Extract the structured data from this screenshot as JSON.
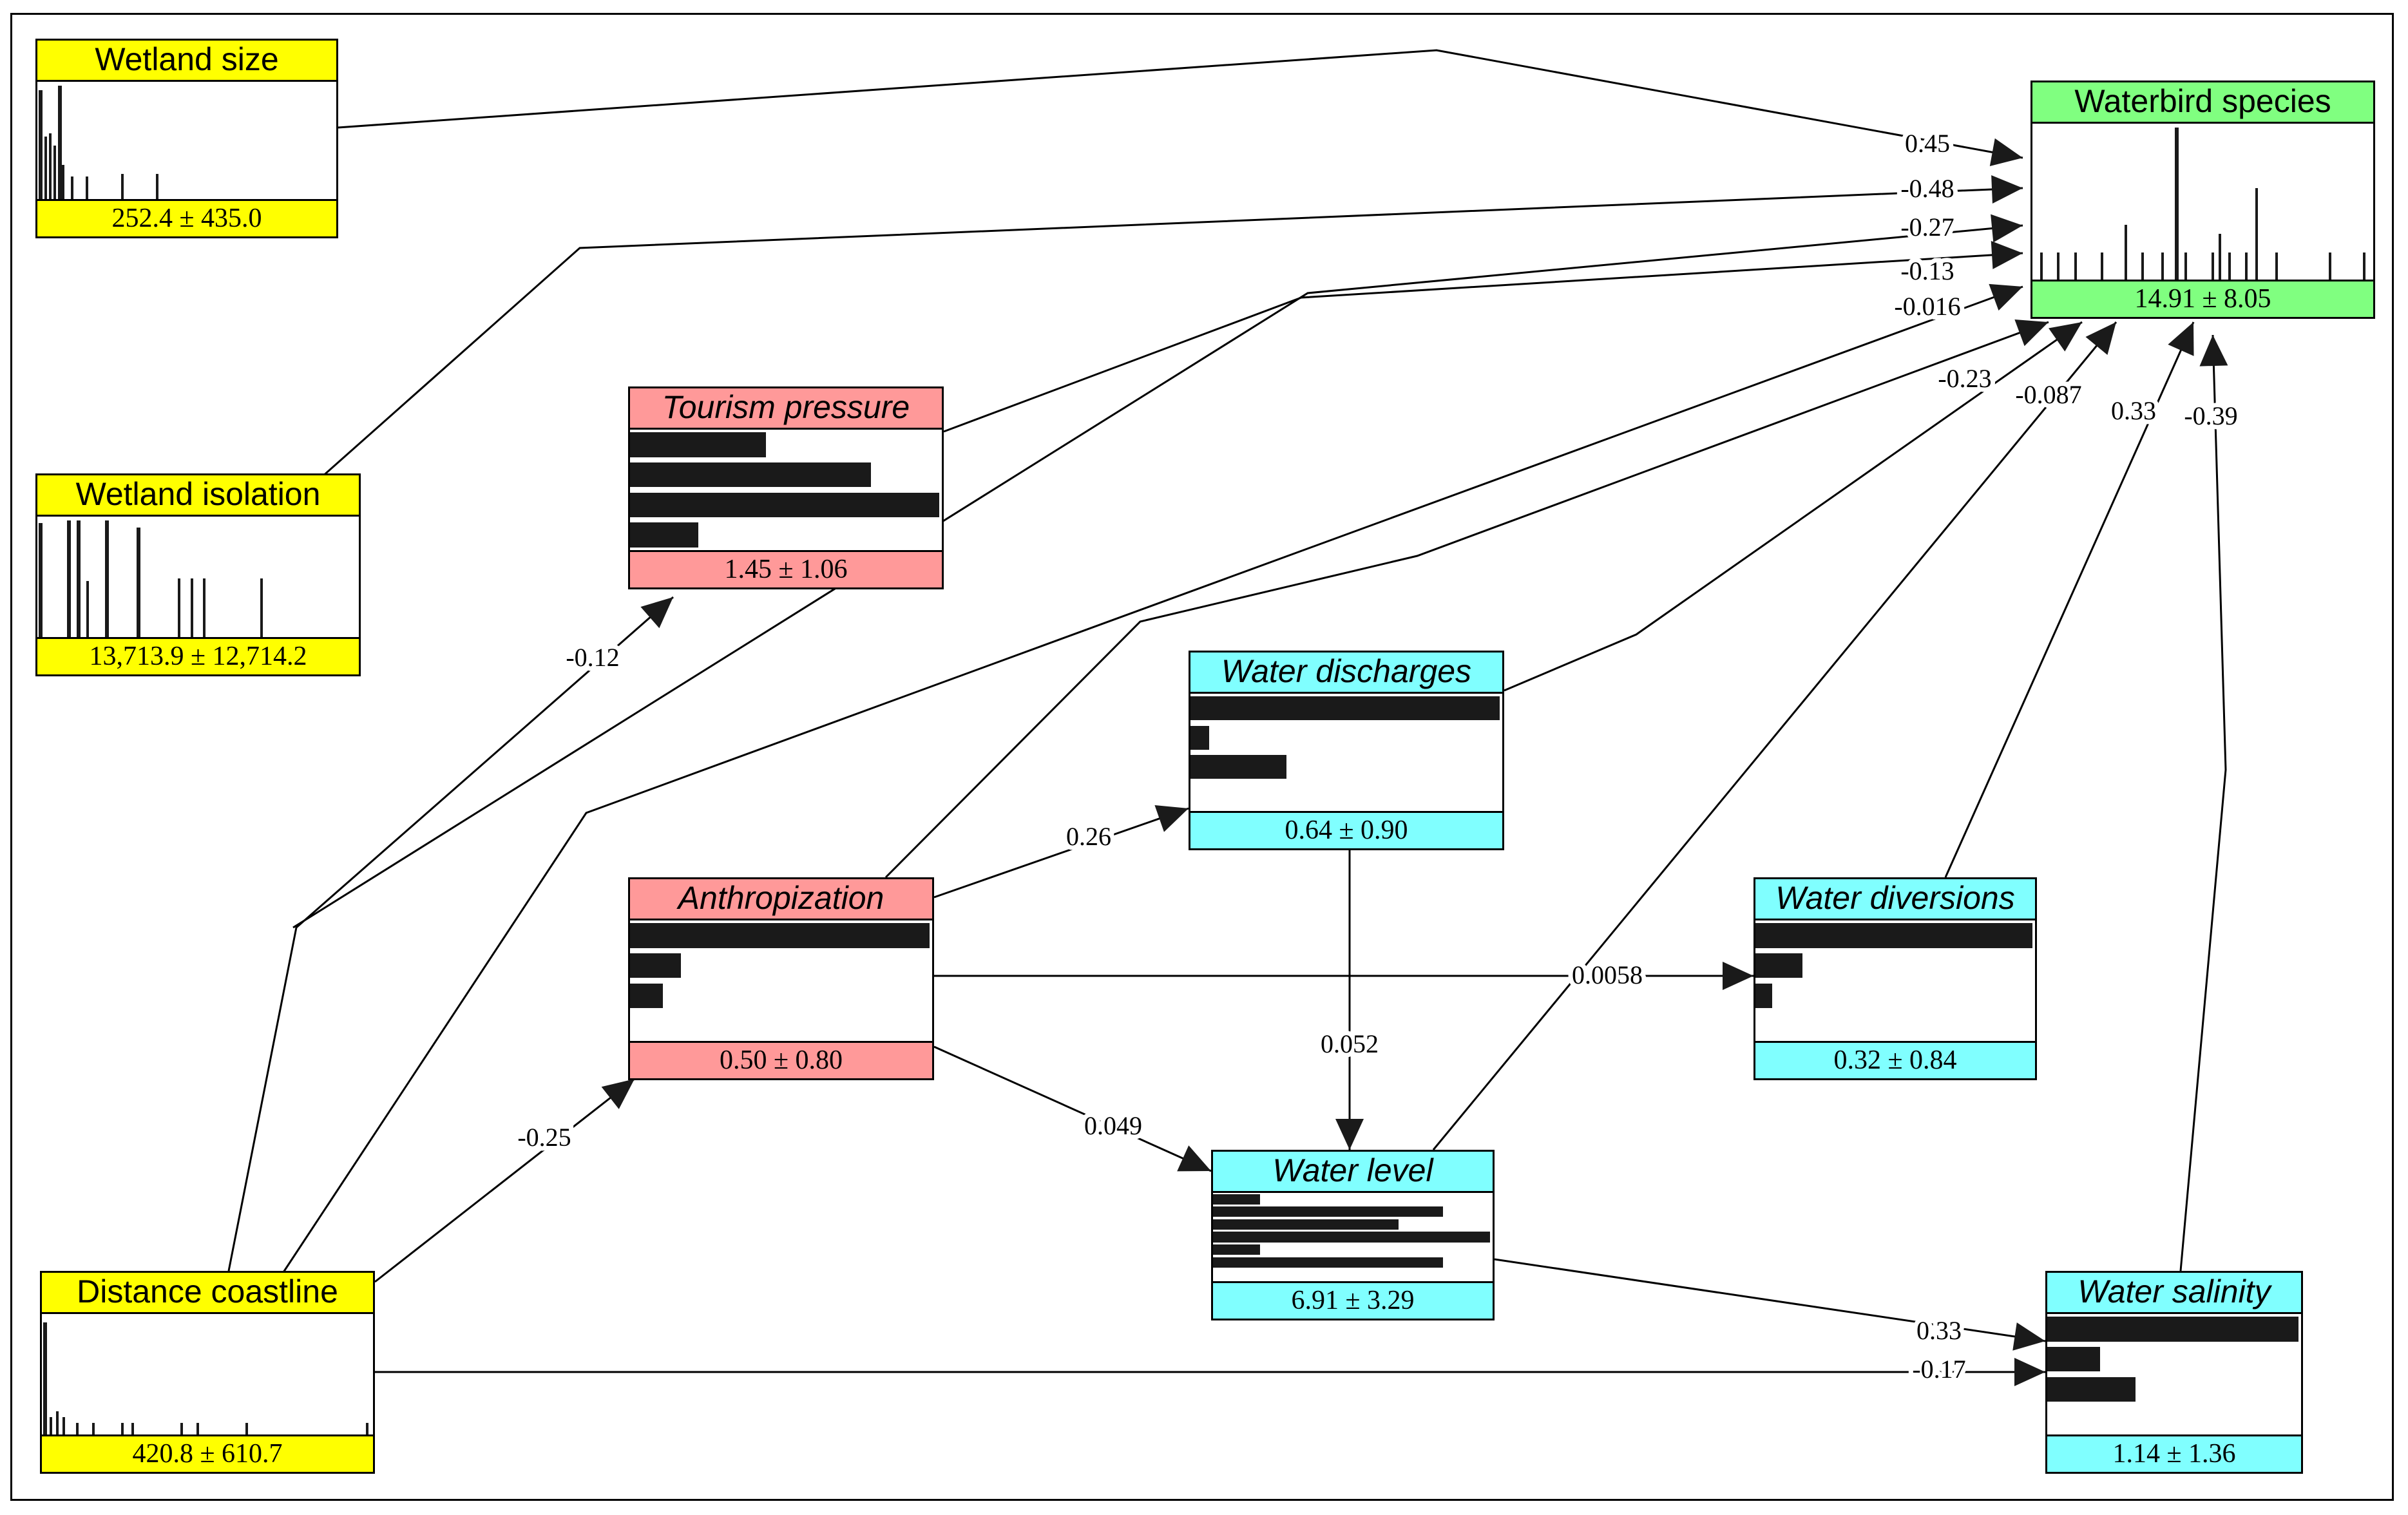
{
  "colors": {
    "yellow": "#ffff00",
    "pink": "#ff9999",
    "cyan": "#80ffff",
    "green": "#80ff80",
    "bar": "#1a1a1a",
    "line": "#000000"
  },
  "nodes": {
    "wetland_size": {
      "title": "Wetland  size",
      "value": "252.4 ± 435.0",
      "color": "yellow",
      "chart": "histogram",
      "spikes": [
        [
          0.0,
          0.96
        ],
        [
          0.02,
          0.55
        ],
        [
          0.035,
          0.58
        ],
        [
          0.05,
          0.47
        ],
        [
          0.065,
          1.0
        ],
        [
          0.08,
          0.3
        ],
        [
          0.11,
          0.2
        ],
        [
          0.16,
          0.2
        ],
        [
          0.28,
          0.22
        ],
        [
          0.4,
          0.22
        ]
      ]
    },
    "wetland_isolation": {
      "title": "Wetland  isolation",
      "value": "13,713.9 ± 12,714.2",
      "color": "yellow",
      "chart": "histogram",
      "spikes": [
        [
          0.0,
          0.98
        ],
        [
          0.09,
          1.0
        ],
        [
          0.12,
          1.0
        ],
        [
          0.15,
          0.48
        ],
        [
          0.21,
          1.0
        ],
        [
          0.31,
          0.94
        ],
        [
          0.44,
          0.5
        ],
        [
          0.48,
          0.5
        ],
        [
          0.52,
          0.5
        ],
        [
          0.7,
          0.5
        ]
      ]
    },
    "tourism_pressure": {
      "title": "Tourism  pressure",
      "value": "1.45 ± 1.06",
      "color": "pink",
      "chart": "bars",
      "bars": [
        0.44,
        0.78,
        1.0,
        0.22
      ]
    },
    "anthropization": {
      "title": "Anthropization",
      "value": "0.50 ± 0.80",
      "color": "pink",
      "chart": "bars",
      "bars": [
        1.0,
        0.17,
        0.11,
        0.0
      ]
    },
    "water_discharges": {
      "title": "Water  discharges",
      "value": "0.64 ± 0.90",
      "color": "cyan",
      "chart": "bars",
      "bars": [
        1.0,
        0.06,
        0.31,
        0.0
      ]
    },
    "water_diversions": {
      "title": "Water diversions",
      "value": "0.32 ± 0.84",
      "color": "cyan",
      "chart": "bars",
      "bars": [
        1.0,
        0.17,
        0.06,
        0.0
      ]
    },
    "water_level": {
      "title": "Water  level",
      "value": "6.91 ± 3.29",
      "color": "cyan",
      "chart": "bars",
      "bars": [
        0.17,
        0.83,
        0.67,
        1.0,
        0.17,
        0.83,
        0.0
      ]
    },
    "waterbird_species": {
      "title": "Waterbird  species",
      "value": "14.91 ± 8.05",
      "color": "green",
      "chart": "histogram",
      "spikes": [
        [
          0.02,
          0.18
        ],
        [
          0.07,
          0.18
        ],
        [
          0.12,
          0.18
        ],
        [
          0.2,
          0.18
        ],
        [
          0.27,
          0.36
        ],
        [
          0.32,
          0.18
        ],
        [
          0.38,
          0.18
        ],
        [
          0.42,
          1.0
        ],
        [
          0.45,
          0.18
        ],
        [
          0.53,
          0.18
        ],
        [
          0.55,
          0.3
        ],
        [
          0.58,
          0.18
        ],
        [
          0.63,
          0.18
        ],
        [
          0.66,
          0.6
        ],
        [
          0.72,
          0.18
        ],
        [
          0.88,
          0.18
        ],
        [
          0.98,
          0.18
        ]
      ]
    },
    "water_salinity": {
      "title": "Water  salinity",
      "value": "1.14 ± 1.36",
      "color": "cyan",
      "chart": "bars",
      "bars": [
        1.0,
        0.21,
        0.35,
        0.0
      ]
    },
    "distance_coastline": {
      "title": "Distance  coastline",
      "value": "420.8  ±  610.7",
      "color": "yellow",
      "chart": "histogram",
      "spikes": [
        [
          0.0,
          0.96
        ],
        [
          0.02,
          0.15
        ],
        [
          0.04,
          0.2
        ],
        [
          0.06,
          0.15
        ],
        [
          0.1,
          0.1
        ],
        [
          0.15,
          0.1
        ],
        [
          0.24,
          0.1
        ],
        [
          0.27,
          0.1
        ],
        [
          0.42,
          0.1
        ],
        [
          0.47,
          0.1
        ],
        [
          0.62,
          0.1
        ],
        [
          0.99,
          0.1
        ]
      ]
    }
  },
  "edges": [
    {
      "from": "wetland_size",
      "to": "waterbird_species",
      "label": "0.45"
    },
    {
      "from": "wetland_isolation",
      "to": "waterbird_species",
      "label": "-0.48"
    },
    {
      "from": "distance_coastline",
      "to": "waterbird_species",
      "label": "-0.27"
    },
    {
      "from": "tourism_pressure",
      "to": "waterbird_species",
      "label": "-0.13"
    },
    {
      "from": "distance_coastline",
      "to": "waterbird_species",
      "label": "-0.016"
    },
    {
      "from": "anthropization",
      "to": "waterbird_species",
      "label": "-0.23"
    },
    {
      "from": "water_discharges",
      "to": "waterbird_species",
      "label": "-0.087"
    },
    {
      "from": "water_level",
      "to": "waterbird_species",
      "label": "0.33"
    },
    {
      "from": "water_diversions",
      "to": "waterbird_species",
      "label": "-0.39"
    },
    {
      "from": "water_salinity",
      "to": "waterbird_species",
      "label": ""
    },
    {
      "from": "distance_coastline",
      "to": "tourism_pressure",
      "label": "-0.12"
    },
    {
      "from": "distance_coastline",
      "to": "anthropization",
      "label": "-0.25"
    },
    {
      "from": "anthropization",
      "to": "water_discharges",
      "label": "0.26"
    },
    {
      "from": "anthropization",
      "to": "water_diversions",
      "label": "0.0058"
    },
    {
      "from": "anthropization",
      "to": "water_level",
      "label": "0.049"
    },
    {
      "from": "water_discharges",
      "to": "water_level",
      "label": "0.052"
    },
    {
      "from": "water_level",
      "to": "water_salinity",
      "label": "0.33"
    },
    {
      "from": "distance_coastline",
      "to": "water_salinity",
      "label": "-0.17"
    }
  ]
}
